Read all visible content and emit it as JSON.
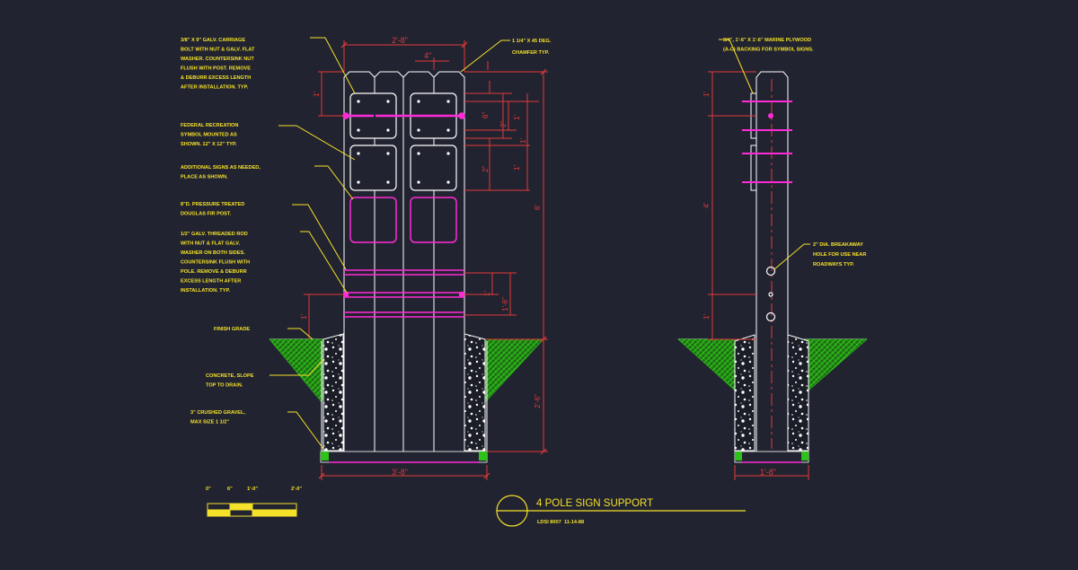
{
  "colors": {
    "background": "#212330",
    "outline": "#ffffff",
    "dimension": "#e23a3a",
    "annotation": "#f5e12a",
    "rod": "#ff2bd6",
    "grass": "#2ec21a",
    "centerline": "#e23a3a"
  },
  "title": {
    "main": "4 POLE SIGN SUPPORT",
    "sub_left": "LDSI 8007",
    "sub_right": "11-14-88"
  },
  "front_view": {
    "notes": {
      "carriage_bolt": [
        "3/8\" X 9\" GALV. CARRIAGE",
        "BOLT WITH NUT & GALV. FLAT",
        "WASHER. COUNTERSINK NUT",
        "FLUSH WITH POST. REMOVE",
        "& DEBURR EXCESS LENGTH",
        "AFTER INSTALLATION. TYP."
      ],
      "federal_symbol": [
        "FEDERAL RECREATION",
        "SYMBOL MOUNTED AS",
        "SHOWN. 12\" X 12\" TYP."
      ],
      "additional_signs": [
        "ADDITIONAL SIGNS AS NEEDED,",
        "PLACE AS SHOWN."
      ],
      "post": [
        "8\"D. PRESSURE TREATED",
        "DOUGLAS FIR POST."
      ],
      "threaded_rod": [
        "1/2\" GALV. THREADED ROD",
        "WITH NUT & FLAT GALV.",
        "WASHER ON BOTH SIDES.",
        "COUNTERSINK FLUSH WITH",
        "POLE. REMOVE & DEBURR",
        "EXCESS LENGTH AFTER",
        "INSTALLATION. TYP."
      ],
      "finish_grade": [
        "FINISH GRADE"
      ],
      "concrete": [
        "CONCRETE, SLOPE",
        "TOP TO DRAIN."
      ],
      "gravel": [
        "3\" CRUSHED GRAVEL,",
        "MAX SIZE 1 1/2\""
      ],
      "chamfer": [
        "1 1/4\" X 45 DEG.",
        "CHAMFER TYP."
      ]
    },
    "dims": {
      "top_width": "2'-8\"",
      "post_width": "4\"",
      "sign_top": "1'",
      "sign_gap": "6\"",
      "sign_two": "2\"",
      "sign_one": "1'",
      "sign_side_right": "1'",
      "sign_side_left": "2\"",
      "sign_lower": "1'",
      "total_height": "6'",
      "rod_spacing": "1'",
      "rod_block": "1'-6\"",
      "left_low": "1'",
      "embed_depth": "2'-6\"",
      "footing_width": "3'-8\""
    }
  },
  "side_view": {
    "notes": {
      "plywood": [
        "3/4\", 1'-6\" X 1'-6\" MARINE PLYWOOD",
        "(A-C) BACKING FOR SYMBOL SIGNS."
      ],
      "breakaway": [
        "2\" DIA. BREAKAWAY",
        "HOLE FOR USE NEAR",
        "ROADWAYS TYP."
      ]
    },
    "dims": {
      "top": "1'",
      "mid": "4'",
      "low": "1'",
      "footing_width": "1'-8\""
    }
  },
  "scale_bar": {
    "labels": [
      "0\"",
      "6\"",
      "1'-0\"",
      "2'-0\""
    ]
  }
}
